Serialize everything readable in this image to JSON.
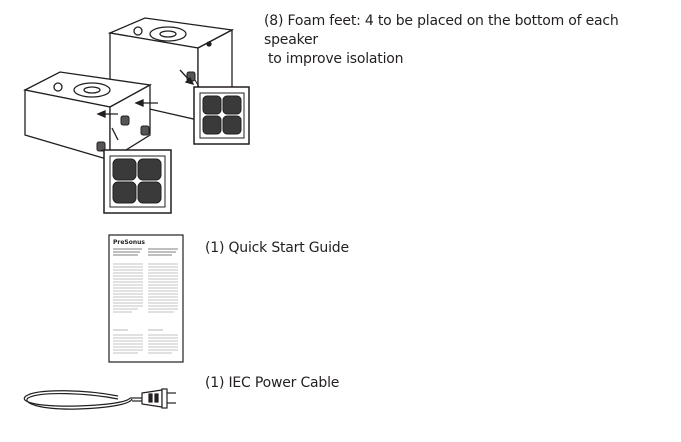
{
  "items": {
    "foam_feet": {
      "line1": "(8) Foam feet: 4 to be placed on the bottom of each speaker",
      "line2": "to improve isolation"
    },
    "quick_start_guide": {
      "label": "(1) Quick Start Guide",
      "brand": "PreSonus"
    },
    "power_cable": {
      "label": "(1) IEC Power Cable"
    }
  },
  "colors": {
    "text": "#231f20",
    "foam_pad": "#3a3a3a",
    "outline": "#231f20"
  }
}
